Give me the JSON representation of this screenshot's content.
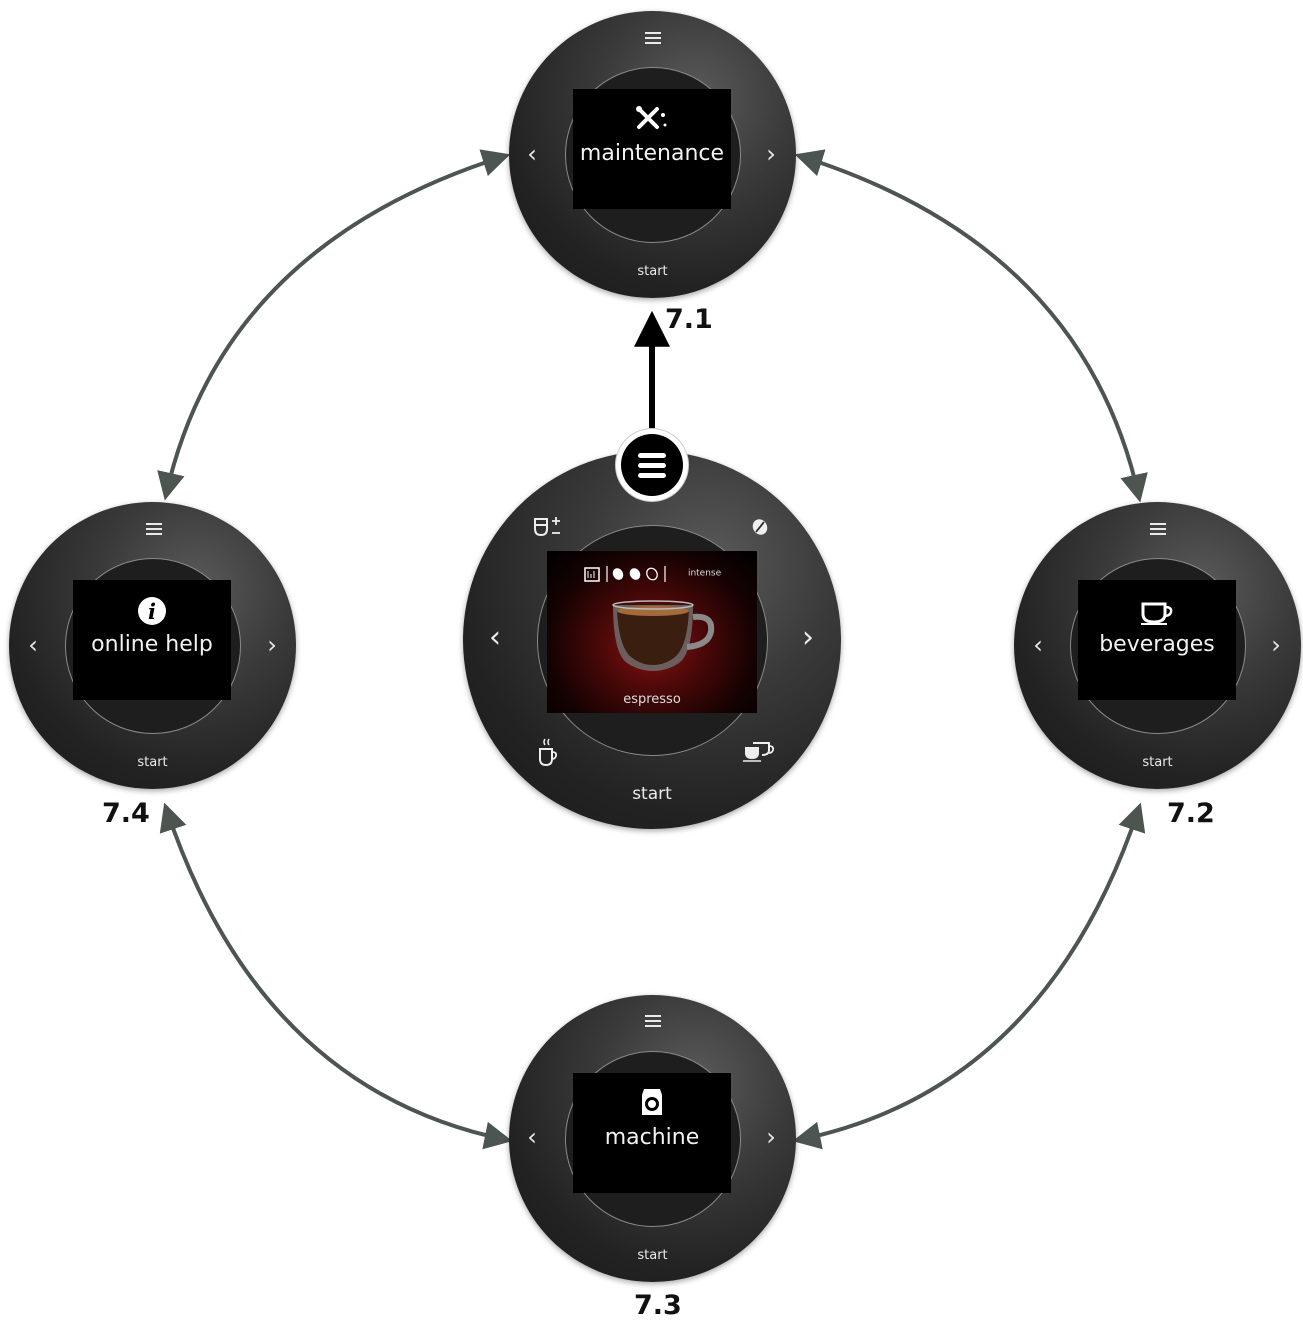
{
  "colors": {
    "connector": "#4c5550",
    "primary_arrow": "#000000",
    "dial_body": "#2a2a2a",
    "screen": "#000000",
    "text": "#ffffff"
  },
  "home": {
    "screen_label": "espresso",
    "strength_label": "intense",
    "start_label": "start",
    "icons": [
      "cup-plus-minus-icon",
      "bean-icon",
      "hot-water-icon",
      "two-cups-icon",
      "menu-icon",
      "chevron-left-icon",
      "chevron-right-icon"
    ]
  },
  "menus": [
    {
      "id": "7.1",
      "step": "7.1",
      "label": "maintenance",
      "start": "start",
      "icon": "tools-icon"
    },
    {
      "id": "7.2",
      "step": "7.2",
      "label": "beverages",
      "start": "start",
      "icon": "cup-icon"
    },
    {
      "id": "7.3",
      "step": "7.3",
      "label": "machine",
      "start": "start",
      "icon": "machine-icon"
    },
    {
      "id": "7.4",
      "step": "7.4",
      "label": "online help",
      "start": "start",
      "icon": "info-icon"
    }
  ]
}
